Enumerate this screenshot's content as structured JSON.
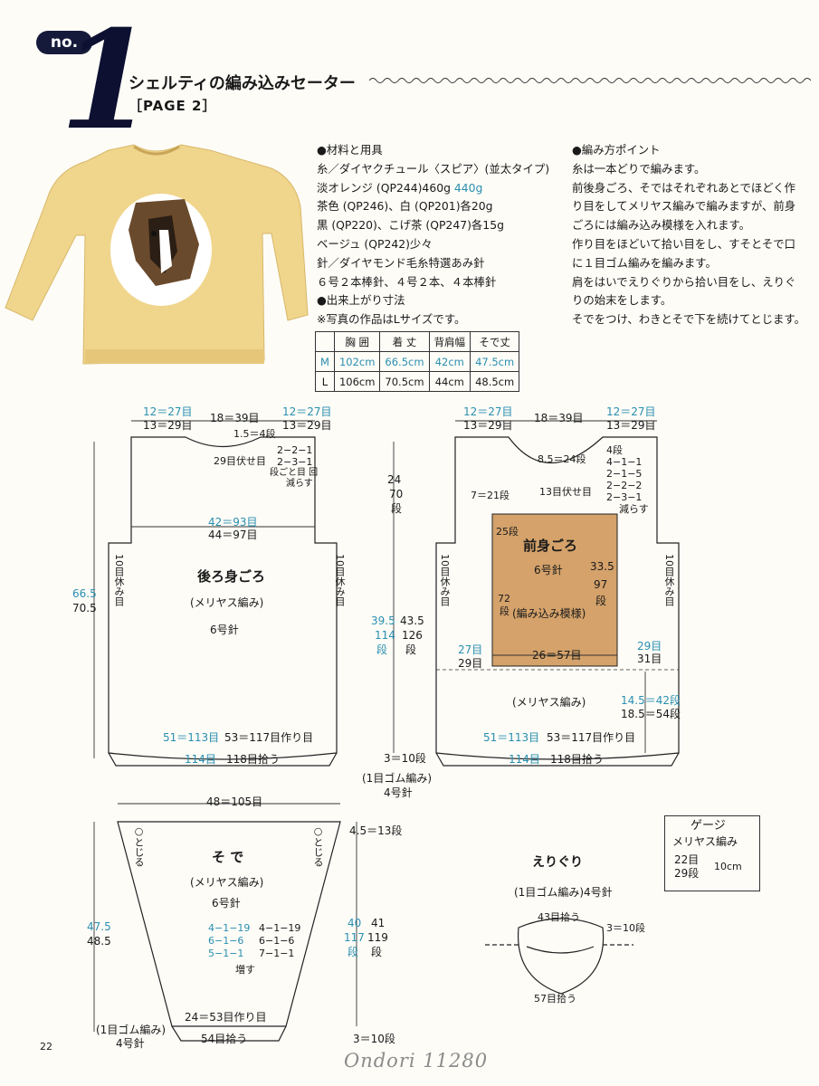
{
  "header": {
    "no_label": "no.",
    "number": "1",
    "title": "シェルティの編み込みセーター",
    "page_ref": "［PAGE 2］"
  },
  "materials": {
    "lines": [
      "●材料と用具",
      "糸／ダイヤクチュール〈スピア〉(並太タイプ)",
      "淡オレンジ (QP244)460g",
      "茶色 (QP246)、白 (QP201)各20g",
      "黒 (QP220)、こげ茶 (QP247)各15g",
      "ベージュ (QP242)少々",
      "針／ダイヤモンド毛糸特選あみ針",
      "６号２本棒針、４号２本、４本棒針",
      "●出来上がり寸法",
      "※写真の作品はLサイズです。"
    ],
    "alt_weight": "440g"
  },
  "points": {
    "lines": [
      "●編み方ポイント",
      "糸は一本どりで編みます。",
      "前後身ごろ、そではそれぞれあとでほどく作",
      "り目をしてメリヤス編みで編みますが、前身",
      "ごろには編み込み模様を入れます。",
      "作り目をほどいて拾い目をし、すそとそで口",
      "に１目ゴム編みを編みます。",
      "肩をはいでえりぐりから拾い目をし、えりぐ",
      "りの始末をします。",
      "そでをつけ、わきとそで下を続けてとじます。"
    ]
  },
  "size_table": {
    "headers": [
      "",
      "胸 囲",
      "着 丈",
      "背肩幅",
      "そで丈"
    ],
    "rows": [
      [
        "M",
        "102cm",
        "66.5cm",
        "42cm",
        "47.5cm"
      ],
      [
        "L",
        "106cm",
        "70.5cm",
        "44cm",
        "48.5cm"
      ]
    ]
  },
  "back": {
    "shoulder_m": "12＝27目",
    "shoulder_l": "13＝29目",
    "neck": "18＝39目",
    "neck_depth": "1.5＝4段",
    "neck_bind": "29目伏せ目",
    "dec1": "2−2−1",
    "dec2": "2−3−1",
    "dec_note1": "段ごと目 回",
    "dec_note2": "減らす",
    "width_m": "42＝93目",
    "width_l": "44＝97目",
    "title": "後ろ身ごろ",
    "stitch": "(メリヤス編み)",
    "needle": "6号針",
    "rest": "10目休み目",
    "hem_m": "51＝113目",
    "hem_cast": "53＝117目作り目",
    "pick_m": "114目",
    "pick_l": "118目拾う",
    "len_m": "66.5",
    "len_l": "70.5"
  },
  "center": {
    "arm": "24",
    "arm2": "70",
    "arm3": "段",
    "body_m": "39.5",
    "body_m2": "114",
    "body_m3": "段",
    "body_l": "43.5",
    "body_l2": "126",
    "body_l3": "段",
    "rib": "3＝10段",
    "rib_type": "(1目ゴム編み)",
    "rib_needle": "4号針"
  },
  "front": {
    "shoulder_m": "12＝27目",
    "shoulder_l": "13＝29目",
    "neck": "18＝39目",
    "neck_depth": "8.5＝24段",
    "side_rows": "7＝21段",
    "neck_bind": "13目伏せ目",
    "dec_head": "4段",
    "dec": [
      "4−1−1",
      "2−1−5",
      "2−2−2",
      "2−3−1"
    ],
    "dec_tail": "減らす",
    "title": "前身ごろ",
    "needle": "6号針",
    "motif": "(編み込み模様)",
    "motif_w": "26＝57目",
    "motif_h": "33.5",
    "motif_h2": "97",
    "motif_h3": "段",
    "motif_r1": "25段",
    "motif_r2": "72",
    "motif_r3": "段",
    "side_lm": "27目",
    "side_ll": "29目",
    "side_rm": "29目",
    "side_rl": "31目",
    "stitch": "(メリヤス編み)",
    "lower_m": "14.5＝42段",
    "lower_l": "18.5＝54段",
    "hem_m": "51＝113目",
    "hem_cast": "53＝117目作り目",
    "pick_m": "114目",
    "pick_l": "118目拾う",
    "rest": "10目休み目"
  },
  "sleeve": {
    "top": "48＝105目",
    "top_rows": "4.5＝13段",
    "title": "そ で",
    "stitch": "(メリヤス編み)",
    "needle": "6号針",
    "inc_m": [
      "4−1−19",
      "6−1−6",
      "5−1−1"
    ],
    "inc_l": [
      "4−1−19",
      "6−1−6",
      "7−1−1"
    ],
    "inc_label": "増す",
    "len_m": "47.5",
    "len_l": "48.5",
    "rows_m": "40",
    "rows_m2": "117",
    "rows_m3": "段",
    "rows_l": "41",
    "rows_l2": "119",
    "rows_l3": "段",
    "cast": "24＝53目作り目",
    "pick": "54目拾う",
    "rib": "3＝10段",
    "rib_type": "(1目ゴム編み)",
    "rib_needle": "4号針",
    "seam": "○とじる"
  },
  "neckband": {
    "title": "えりぐり",
    "type": "(1目ゴム編み)4号針",
    "top": "43目拾う",
    "rows": "3＝10段",
    "bottom": "57目拾う"
  },
  "gauge": {
    "title": "ゲージ",
    "stitch": "メリヤス編み",
    "sts": "22目",
    "rows": "29段",
    "size": "10cm"
  },
  "footer": {
    "page_number": "22",
    "watermark": "Ondori 11280"
  },
  "colors": {
    "sweater": "#f0d58c",
    "motif": "#d4a26a",
    "accent": "#2a8fb0"
  }
}
